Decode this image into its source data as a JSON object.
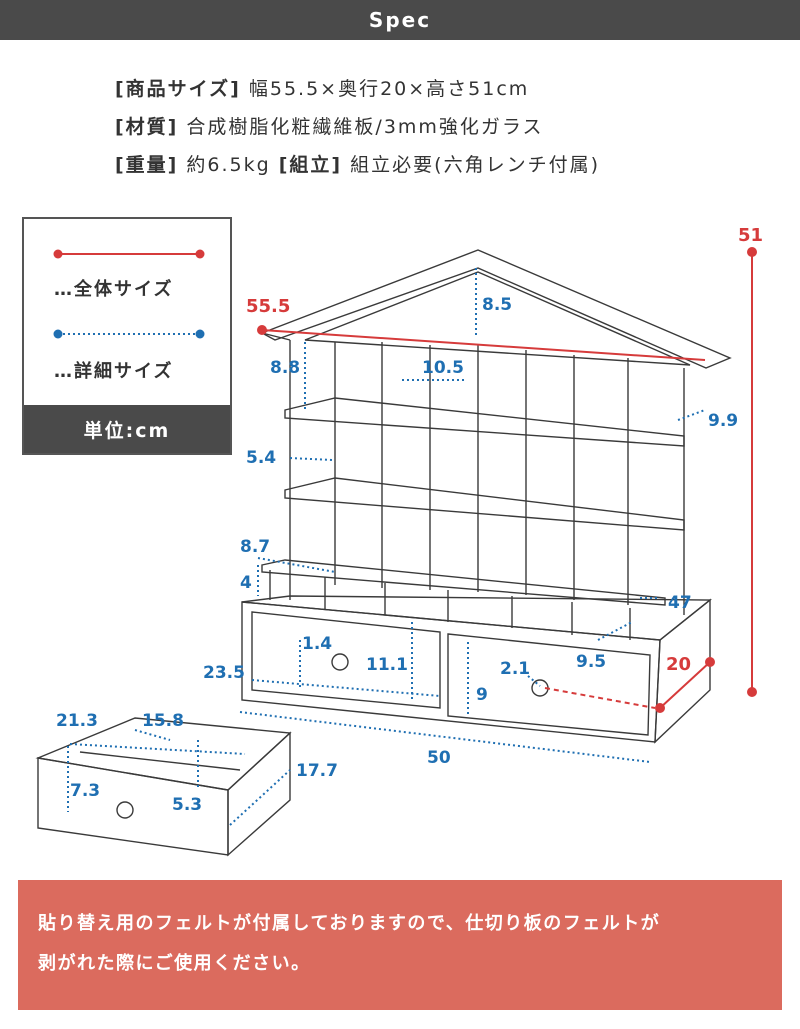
{
  "header": {
    "title": "Spec"
  },
  "specs": {
    "size_key": "[商品サイズ]",
    "size_val": "幅55.5×奥行20×高さ51cm",
    "material_key": "[材質]",
    "material_val": "合成樹脂化粧繊維板/3mm強化ガラス",
    "weight_key": "[重量]",
    "weight_val": "約6.5kg",
    "assembly_key": "[組立]",
    "assembly_val": "組立必要(六角レンチ付属)"
  },
  "legend": {
    "overall": "…全体サイズ",
    "detail": "…詳細サイズ",
    "unit": "単位:cm"
  },
  "colors": {
    "overall_line": "#d63b3b",
    "detail_line": "#1f6fb2",
    "header_bg": "#4a4a4a",
    "note_bg": "#db6b5e"
  },
  "dimensions": {
    "total_width": "55.5",
    "total_height": "51",
    "total_depth": "20",
    "roof_height": "8.5",
    "top_row_height": "8.8",
    "compartment_width": "10.5",
    "side_depth": "9.9",
    "mid_row_height": "5.4",
    "rail_height": "8.7",
    "rail_gap": "4",
    "base_height": "47",
    "drawer_knob_offset": "1.4",
    "drawer_height_inner": "11.1",
    "drawer_width": "23.5",
    "knob_depth": "2.1",
    "drawer_front_height": "9",
    "drawer_side_depth": "9.5",
    "base_width": "50",
    "drawer_inner_width": "21.3",
    "drawer_inner_depth": "15.8",
    "drawer_inner_height": "7.3",
    "drawer_inner_height2": "5.3",
    "drawer_outer_depth": "17.7"
  },
  "note": {
    "line1": "貼り替え用のフェルトが付属しておりますので、仕切り板のフェルトが",
    "line2": "剥がれた際にご使用ください。"
  }
}
